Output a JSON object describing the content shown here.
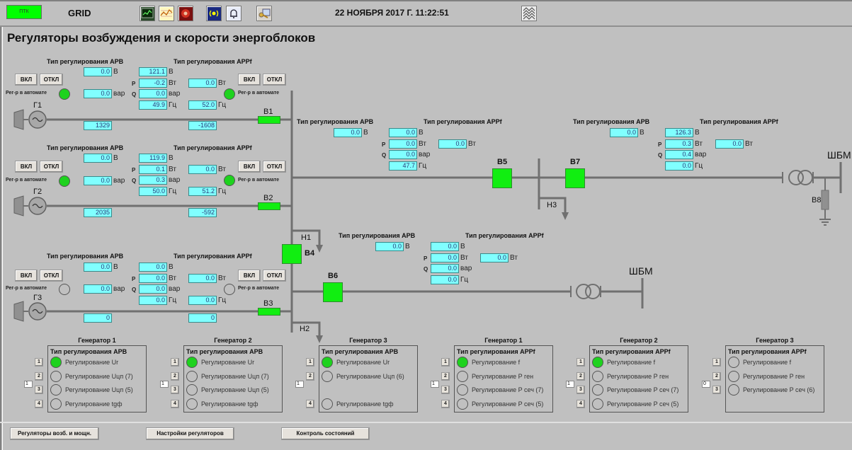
{
  "topbar": {
    "status_badge": "ПТК",
    "app_name": "GRID",
    "datetime": "22 НОЯБРЯ 2017 Г.  11:22:51",
    "icons": [
      "trend-monitor-icon",
      "chart-icon",
      "record-icon",
      "broadcast-icon",
      "bell-icon",
      "key-icon",
      "network-grid-icon"
    ]
  },
  "page_title": "Регуляторы возбуждения и скорости энергоблоков",
  "common": {
    "arv_header": "Тип регулирования АРВ",
    "arrf_header": "Тип регулирования АРРf",
    "on_label": "ВКЛ",
    "off_label": "ОТКЛ",
    "auto_label": "Рег-р в автомате",
    "p_label": "P",
    "q_label": "Q",
    "unit_v": "В",
    "unit_w": "Вт",
    "unit_var": "вар",
    "unit_hz": "Гц"
  },
  "generators": [
    {
      "name": "Г1",
      "breaker": "В1",
      "arv_auto_on": true,
      "arrf_auto_on": true,
      "arv_v": "0.0",
      "arv_q": "0.0",
      "meas_v": "121.1",
      "meas_p": "-0.2",
      "meas_q": "0.0",
      "meas_f": "49.9",
      "arrf_p": "0.0",
      "arrf_f": "52.0",
      "bottom_left": "1329",
      "bottom_right": "-1608"
    },
    {
      "name": "Г2",
      "breaker": "В2",
      "arv_auto_on": true,
      "arrf_auto_on": true,
      "arv_v": "0.0",
      "arv_q": "0.0",
      "meas_v": "119.9",
      "meas_p": "0.1",
      "meas_q": "0.3",
      "meas_f": "50.0",
      "arrf_p": "0.0",
      "arrf_f": "51.2",
      "bottom_left": "2035",
      "bottom_right": "-592"
    },
    {
      "name": "Г3",
      "breaker": "В3",
      "arv_auto_on": false,
      "arrf_auto_on": false,
      "arv_v": "0.0",
      "arv_q": "0.0",
      "meas_v": "0.0",
      "meas_p": "0.0",
      "meas_q": "0.0",
      "meas_f": "0.0",
      "arrf_p": "0.0",
      "arrf_f": "0.0",
      "bottom_left": "0",
      "bottom_right": "0"
    }
  ],
  "nodes": [
    {
      "arv_v": "0.0",
      "meas_v": "0.0",
      "meas_p": "0.0",
      "meas_q": "0.0",
      "meas_f": "47.7",
      "arrf_p": "0.0"
    },
    {
      "arv_v": "0.0",
      "meas_v": "126.3",
      "meas_p": "0.3",
      "meas_q": "0.4",
      "meas_f": "0.0",
      "arrf_p": "0.0"
    },
    {
      "arv_v": "0.0",
      "meas_v": "0.0",
      "meas_p": "0.0",
      "meas_q": "0.0",
      "meas_f": "0.0",
      "arrf_p": "0.0"
    }
  ],
  "scheme": {
    "breakers": {
      "b4": "В4",
      "b5": "В5",
      "b6": "В6",
      "b7": "В7",
      "b8": "В8"
    },
    "loads": {
      "h1": "Н1",
      "h2": "Н2",
      "h3": "Н3"
    },
    "bus_infinite_1": "ШБМ",
    "bus_infinite_2": "ШБМ"
  },
  "mode_panels": [
    {
      "title": "Генератор 1",
      "header": "Тип регулирования АРВ",
      "selected_value": "1",
      "options": [
        {
          "num": "1",
          "label": "Регулирование Ur",
          "active": true
        },
        {
          "num": "2",
          "label": "Регулирование Uцп (7)",
          "active": false
        },
        {
          "num": "3",
          "label": "Регулирование Uцп (5)",
          "active": false
        },
        {
          "num": "4",
          "label": "Регулирование tgф",
          "active": false
        }
      ]
    },
    {
      "title": "Генератор 2",
      "header": "Тип регулирования АРВ",
      "selected_value": "1",
      "options": [
        {
          "num": "1",
          "label": "Регулирование Ur",
          "active": true
        },
        {
          "num": "2",
          "label": "Регулирование Uцп (7)",
          "active": false
        },
        {
          "num": "3",
          "label": "Регулирование Uцп (5)",
          "active": false
        },
        {
          "num": "4",
          "label": "Регулирование tgф",
          "active": false
        }
      ]
    },
    {
      "title": "Генератор 3",
      "header": "Тип регулирования АРВ",
      "selected_value": "1",
      "options": [
        {
          "num": "1",
          "label": "Регулирование Ur",
          "active": true
        },
        {
          "num": "2",
          "label": "Регулирование Uцп (6)",
          "active": false
        },
        {
          "num": "4",
          "label": "Регулирование tgф",
          "active": false
        }
      ]
    },
    {
      "title": "Генератор 1",
      "header": "Тип регулирования АРРf",
      "selected_value": "1",
      "options": [
        {
          "num": "1",
          "label": "Регулирование f",
          "active": true
        },
        {
          "num": "2",
          "label": "Регулирование P ген",
          "active": false
        },
        {
          "num": "3",
          "label": "Регулирование P сеч (7)",
          "active": false
        },
        {
          "num": "4",
          "label": "Регулирование P сеч (5)",
          "active": false
        }
      ]
    },
    {
      "title": "Генератор 2",
      "header": "Тип регулирования АРРf",
      "selected_value": "1",
      "options": [
        {
          "num": "1",
          "label": "Регулирование f",
          "active": true
        },
        {
          "num": "2",
          "label": "Регулирование P ген",
          "active": false
        },
        {
          "num": "3",
          "label": "Регулирование P сеч (7)",
          "active": false
        },
        {
          "num": "4",
          "label": "Регулирование P сеч (5)",
          "active": false
        }
      ]
    },
    {
      "title": "Генератор 3",
      "header": "Тип регулирования АРРf",
      "selected_value": "0",
      "options": [
        {
          "num": "1",
          "label": "Регулирование f",
          "active": false
        },
        {
          "num": "2",
          "label": "Регулирование P ген",
          "active": false
        },
        {
          "num": "3",
          "label": "Регулирование P сеч (6)",
          "active": false
        }
      ]
    }
  ],
  "bottom_nav": {
    "btn1": "Регуляторы возб. и мощн.",
    "btn2": "Настройки регуляторов",
    "btn3": "Контроль состояний"
  }
}
